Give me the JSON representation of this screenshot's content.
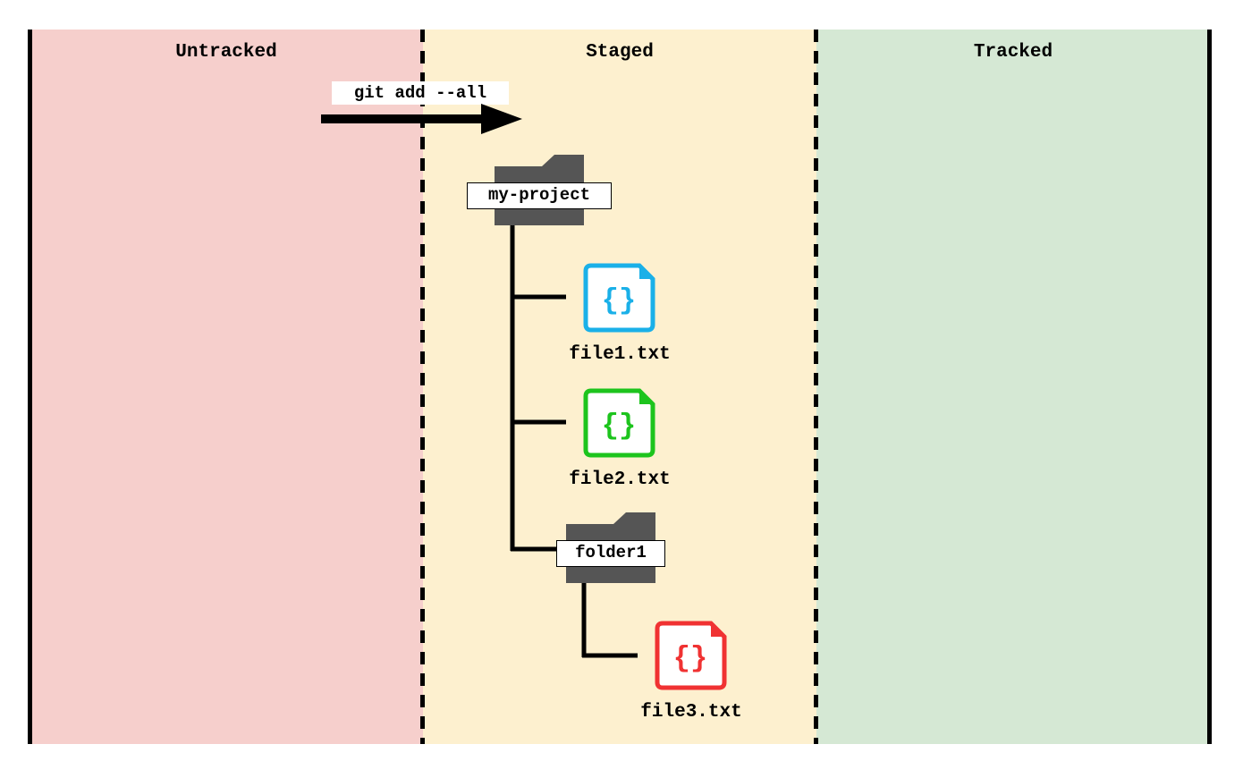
{
  "zones": {
    "untracked": "Untracked",
    "staged": "Staged",
    "tracked": "Tracked"
  },
  "command": "git add --all",
  "tree": {
    "root_folder": "my-project",
    "file1": "file1.txt",
    "file2": "file2.txt",
    "sub_folder": "folder1",
    "file3": "file3.txt"
  },
  "colors": {
    "untracked_bg": "#f6cfcc",
    "staged_bg": "#fdf0cf",
    "tracked_bg": "#d5e8d4",
    "folder": "#555555",
    "file1": "#1ab0e8",
    "file2": "#1dc41d",
    "file3": "#f03232"
  },
  "icons": {
    "folder": "folder-icon",
    "file": "code-file-icon",
    "arrow": "arrow-right-icon"
  }
}
